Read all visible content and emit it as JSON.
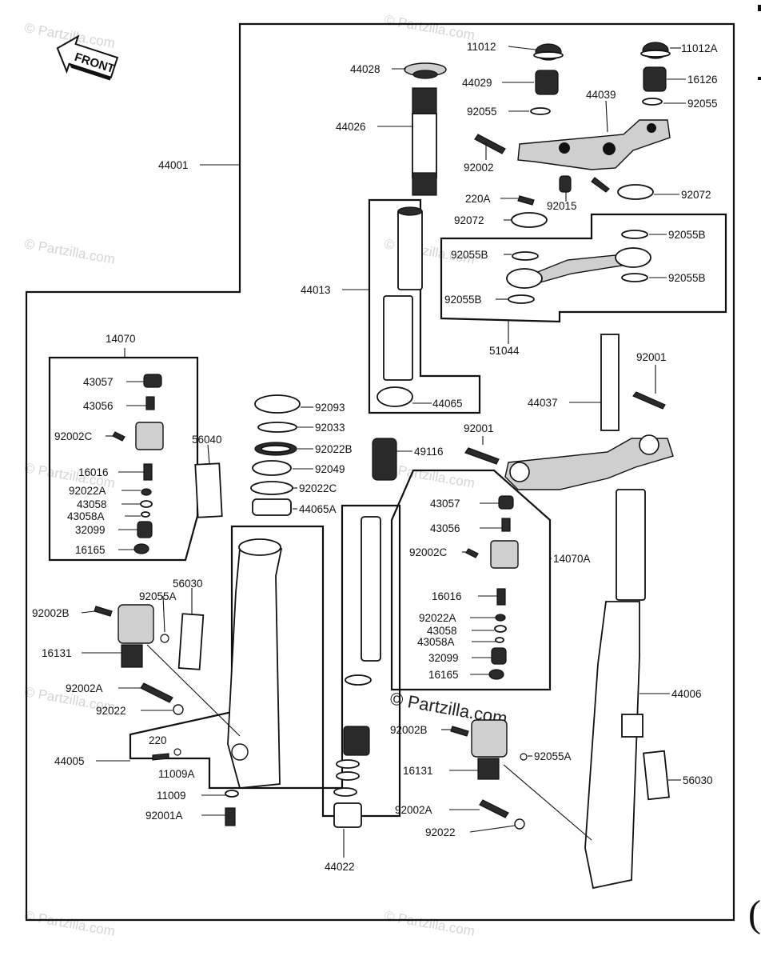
{
  "front_label": "FRONT",
  "watermarks": {
    "center": "© Partzilla.com",
    "tile": "© Partzilla.com"
  },
  "edge_glyph": "(",
  "parts": {
    "p11012": "11012",
    "p11012A": "11012A",
    "p44028": "44028",
    "p44029": "44029",
    "p16126": "16126",
    "p92055_top_left": "92055",
    "p92055_top_right": "92055",
    "p44039": "44039",
    "p44026": "44026",
    "p92002_top": "92002",
    "p44001": "44001",
    "p220A": "220A",
    "p92015": "92015",
    "p92072_right": "92072",
    "p92072_left": "92072",
    "p92055B_r1": "92055B",
    "p92055B_l1": "92055B",
    "p92055B_r2": "92055B",
    "p92055B_l2": "92055B",
    "p44013": "44013",
    "p51044": "51044",
    "p14070": "14070",
    "p92001_right": "92001",
    "p44037": "44037",
    "p43057_left": "43057",
    "p43056_left": "43056",
    "p92002C_left": "92002C",
    "p44065": "44065",
    "p92093": "92093",
    "p92033": "92033",
    "p92001_mid": "92001",
    "p56040": "56040",
    "p92022B": "92022B",
    "p49116": "49116",
    "p92049": "92049",
    "p16016_left": "16016",
    "p92022A_left": "92022A",
    "p92022C": "92022C",
    "p43058_left": "43058",
    "p43058A_left": "43058A",
    "p44065A": "44065A",
    "p32099_left": "32099",
    "p16165_left": "16165",
    "p43057_right": "43057",
    "p43056_right": "43056",
    "p92002C_right": "92002C",
    "p14070A": "14070A",
    "p56030_left": "56030",
    "p92055A_left": "92055A",
    "p92002B_left": "92002B",
    "p16131_left": "16131",
    "p16016_right": "16016",
    "p92022A_right": "92022A",
    "p43058_right": "43058",
    "p43058A_right": "43058A",
    "p32099_right": "32099",
    "p16165_right": "16165",
    "p44006": "44006",
    "p92002A_left": "92002A",
    "p92022_left": "92022",
    "p220": "220",
    "p44005": "44005",
    "p11009A": "11009A",
    "p92002B_right": "92002B",
    "p92055A_right": "92055A",
    "p16131_right": "16131",
    "p56030_right": "56030",
    "p11009": "11009",
    "p92001A": "92001A",
    "p92002A_right": "92002A",
    "p92022_right": "92022",
    "p44022": "44022"
  }
}
